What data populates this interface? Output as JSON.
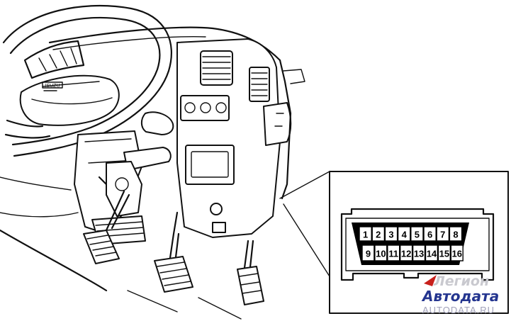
{
  "connector": {
    "pins_top": [
      "1",
      "2",
      "3",
      "4",
      "5",
      "6",
      "7",
      "8"
    ],
    "pins_bottom": [
      "9",
      "10",
      "11",
      "12",
      "13",
      "14",
      "15",
      "16"
    ]
  },
  "watermark": {
    "line1": "Легион",
    "line2": "Автодата",
    "url": "AUTODATA.RU",
    "colors": {
      "brand_blue": "#24358f",
      "grey": "#c9c9cf",
      "red_mark": "#c8201c"
    }
  }
}
